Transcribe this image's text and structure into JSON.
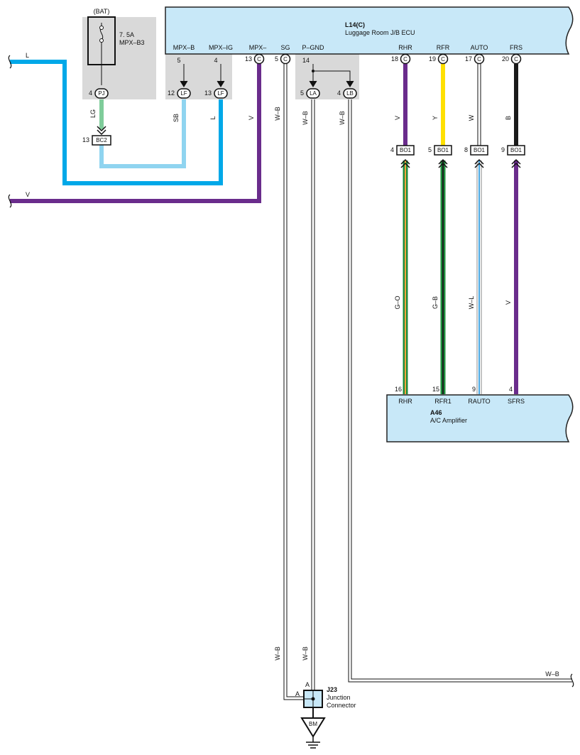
{
  "colors": {
    "block_fill": "#c8e8f8",
    "gray_box": "#d9d9d9",
    "wire_L": "#00a8e8",
    "wire_V": "#6a2c8c",
    "wire_LG": "#7fcc9a",
    "wire_SB": "#8fd4f0",
    "wire_Y": "#ffe000",
    "wire_B": "#1a1a1a",
    "wire_G": "#1e8c3c",
    "wire_O": "#f3a43c",
    "wire_Lstripe": "#48a6e0"
  },
  "bat_box": {
    "label": "(BAT)",
    "fuse_amp": "7. 5A",
    "fuse_name": "MPX–B3",
    "pin": "4",
    "connector": "PJ",
    "wire": "LG",
    "junction_pin": "13",
    "junction": "BC2"
  },
  "ecu": {
    "id": "L14(C)",
    "name": "Luggage Room J/B ECU",
    "terminals": [
      {
        "name": "MPX–B",
        "pin": "5",
        "connector": "LF",
        "conn_pin": "12",
        "wire": "SB"
      },
      {
        "name": "MPX–IG",
        "pin": "4",
        "connector": "LF",
        "conn_pin": "13",
        "wire": "L"
      },
      {
        "name": "MPX–",
        "pin": "13",
        "connector": "C",
        "wire": "V"
      },
      {
        "name": "SG",
        "pin": "5",
        "connector": "C",
        "wire": "W–B"
      },
      {
        "name": "P–GND",
        "pin": "14",
        "connectors": [
          {
            "connector": "LA",
            "pin": "5",
            "wire": "W–B"
          },
          {
            "connector": "LB",
            "pin": "4",
            "wire": "W–B"
          }
        ]
      },
      {
        "name": "RHR",
        "pin": "18",
        "connector": "C",
        "wire": "V",
        "bo_pin": "4",
        "bo": "BO1",
        "wire2": "G–O"
      },
      {
        "name": "RFR",
        "pin": "19",
        "connector": "C",
        "wire": "Y",
        "bo_pin": "5",
        "bo": "BO1",
        "wire2": "G–B"
      },
      {
        "name": "AUTO",
        "pin": "17",
        "connector": "C",
        "wire": "W",
        "bo_pin": "8",
        "bo": "BO1",
        "wire2": "W–L"
      },
      {
        "name": "FRS",
        "pin": "20",
        "connector": "C",
        "wire": "B",
        "bo_pin": "9",
        "bo": "BO1",
        "wire2": "V"
      }
    ]
  },
  "left_wires": [
    {
      "label": "L"
    },
    {
      "label": "V"
    }
  ],
  "amplifier": {
    "id": "A46",
    "name": "A/C Amplifier",
    "terminals": [
      {
        "name": "RHR",
        "pin": "16"
      },
      {
        "name": "RFR1",
        "pin": "15"
      },
      {
        "name": "RAUTO",
        "pin": "9"
      },
      {
        "name": "SFRS",
        "pin": "4"
      }
    ]
  },
  "junction": {
    "id": "J23",
    "name_line1": "Junction",
    "name_line2": "Connector",
    "pin_a_top": "A",
    "pin_a_left": "A",
    "wire_left": "W–B",
    "wire_mid": "W–B"
  },
  "ground": {
    "label": "BM"
  },
  "right_exit": {
    "wire": "W–B"
  }
}
